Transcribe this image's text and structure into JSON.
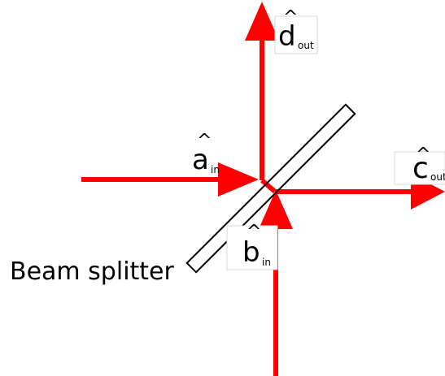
{
  "colors": {
    "beam": "#ff0000",
    "ink": "#000000",
    "background": "#ffffff",
    "label_box": "#d9d9d9"
  },
  "labels": {
    "a": {
      "symbol": "a",
      "hat": "^",
      "sub": "in"
    },
    "b": {
      "symbol": "b",
      "hat": "^",
      "sub": "in"
    },
    "c": {
      "symbol": "c",
      "hat": "^",
      "sub": "out"
    },
    "d": {
      "symbol": "d",
      "hat": "^",
      "sub": "out"
    },
    "splitter": "Beam splitter"
  }
}
